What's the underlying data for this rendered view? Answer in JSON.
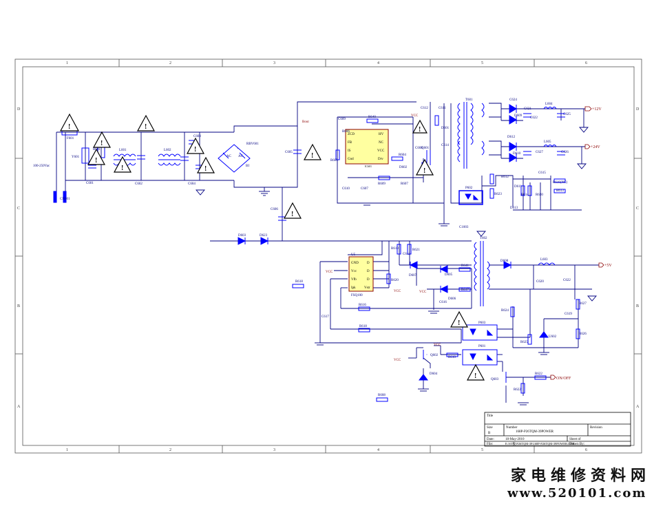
{
  "colors": {
    "wire": "#000080",
    "part": "#0000ff",
    "label": "#000080",
    "text_dark": "#000000",
    "frame": "#000000"
  },
  "title_block": {
    "title_label": "Title",
    "size_label": "Size",
    "size_value": "B",
    "number_label": "Number",
    "number_value": "168P-P26TQM-39POWER",
    "revision_label": "Revision",
    "date_label": "Date:",
    "date_value": "18-May-2010",
    "sheet_label": "Sheet   of",
    "file_label": "File:",
    "file_value": "E:\\ST板\\P26TQM-39\\168P-P26TQM-39POWER.DDB",
    "drawn_label": "Drawn By:"
  },
  "border": {
    "cols": [
      "1",
      "2",
      "3",
      "4",
      "5",
      "6"
    ],
    "rows": [
      "D",
      "C",
      "B",
      "A"
    ]
  },
  "watermark": {
    "line1": "家电维修资料网",
    "line2": "www.520101.com"
  },
  "input": {
    "voltage": "100-250Vac",
    "connector": "CN601"
  },
  "outputs": {
    "p12": "+12V",
    "p24": "+24V",
    "p5": "+5V",
    "onoff": "ON/OFF",
    "bout": "Bout",
    "vcc": "VCC"
  },
  "ics": {
    "u5": {
      "name": "U5",
      "part": "FSQ100",
      "pins": [
        "GND",
        "Vcc",
        "Vfb",
        "Ipk",
        "D",
        "D",
        "D",
        "Vstr"
      ]
    },
    "ic601": {
      "name": "IC601",
      "pins": [
        "ZCD",
        "FB",
        "IS",
        "Gnd",
        "HV",
        "NC",
        "VCC",
        "Drv"
      ]
    }
  },
  "components": {
    "fuse": "F601",
    "varistor": "Y601",
    "thermistor": "R601",
    "cap_x": "C601",
    "choke1": "L601",
    "choke2": "L602",
    "cap_x2": "C602",
    "cap_y1": "C603",
    "cap_y2": "C604",
    "bridge": "RBV601",
    "bridge_ac1": "AC",
    "bridge_ac2": "AC",
    "bridge_plus": "+",
    "bridge_minus": "BI",
    "bulk_cap": "C605",
    "c606": "C606",
    "d603": "D603",
    "d623": "D623",
    "t601": "T601",
    "t602": "T602",
    "q601": "Q601",
    "q602": "Q602",
    "q603": "Q603",
    "p601": "P601",
    "p602": "P602",
    "p603": "P603",
    "d601": "D601",
    "d602": "D602",
    "d604": "D604",
    "d605": "D605",
    "d606": "D606",
    "d607": "D607",
    "d608": "D608",
    "r618": "R618",
    "r616": "R616",
    "r619": "R619",
    "r620": "R620",
    "r621": "R621",
    "r622": "R622",
    "r624": "R624",
    "r625": "R625",
    "r626": "R626",
    "r627": "R627",
    "r641": "R641",
    "r617": "R617",
    "r610": "R610",
    "r608": "R608",
    "r612": "R612",
    "r613": "R613",
    "r614": "R614",
    "r623": "R623",
    "r630": "R630",
    "r604": "R604",
    "r606": "R606",
    "r607": "R607",
    "r609": "R609",
    "r605": "R605",
    "r640": "R640",
    "c617": "C617",
    "c619": "C619",
    "c620": "C620",
    "c621": "C621",
    "c622": "C622",
    "c624": "C624",
    "c625": "C625",
    "c626": "C626",
    "c627": "C627",
    "c613": "C613",
    "c615": "C615",
    "c616": "C616",
    "c603b": "C1003",
    "c609": "C609",
    "c610": "C610",
    "c607": "C607",
    "c608": "C608",
    "c612": "C612",
    "c611": "C611",
    "c614": "C614",
    "l603": "L603",
    "l604": "L604",
    "l605": "L605",
    "u602": "U602",
    "d612": "D612",
    "d611": "D611",
    "d613": "D613",
    "d609": "D609",
    "d610": "D610",
    "r616b": "R616(NC)"
  }
}
